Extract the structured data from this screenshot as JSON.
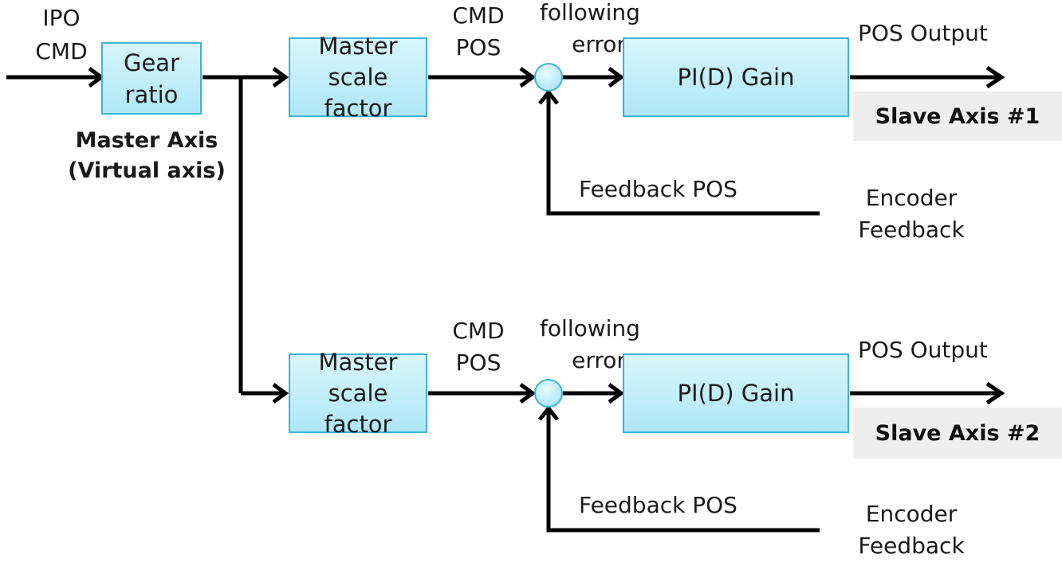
{
  "input": {
    "line1": "IPO",
    "line2": "CMD"
  },
  "gear_box": {
    "line1": "Gear",
    "line2": "ratio"
  },
  "master_axis": {
    "line1": "Master Axis",
    "line2": "(Virtual axis)"
  },
  "channels": [
    {
      "scale": {
        "line1": "Master",
        "line2": "scale",
        "line3": "factor"
      },
      "cmd": {
        "line1": "CMD",
        "line2": "POS"
      },
      "error": {
        "line1": "following",
        "line2": "error"
      },
      "gain": "PI(D) Gain",
      "output": "POS Output",
      "slave": "Slave Axis #1",
      "feedback_pos": "Feedback POS",
      "encoder": {
        "line1": "Encoder",
        "line2": "Feedback"
      }
    },
    {
      "scale": {
        "line1": "Master",
        "line2": "scale",
        "line3": "factor"
      },
      "cmd": {
        "line1": "CMD",
        "line2": "POS"
      },
      "error": {
        "line1": "following",
        "line2": "error"
      },
      "gain": "PI(D) Gain",
      "output": "POS Output",
      "slave": "Slave Axis #2",
      "feedback_pos": "Feedback POS",
      "encoder": {
        "line1": "Encoder",
        "line2": "Feedback"
      }
    }
  ],
  "colors": {
    "block_fill": "#aee7f7",
    "block_border": "#3fb2d3",
    "line": "#000000",
    "slave_bg": "#eeeeee"
  }
}
